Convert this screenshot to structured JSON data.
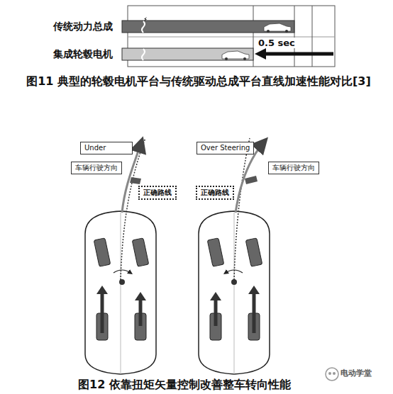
{
  "diagram": {
    "nodes": [
      {
        "text": [
          "Under"
        ]
      },
      {
        "text": [
          "车辆行驶方向"
        ]
      },
      {
        "text": [
          "正确路线"
        ]
      },
      {
        "text": [
          "Over Steering"
        ]
      },
      {
        "text": [
          "车辆行驶方向"
        ]
      },
      {
        "text": [
          "正确路线"
        ]
      }
    ],
    "labels": [
      "传统动力总成",
      "集成轮毂电机",
      "0.5 sec",
      "图11 典型的轮毂电机平台与传统驱动总成平台直线加速性能对比[3]",
      "图12 依靠扭矩矢量控制改善整车转向性能",
      "电动学堂"
    ]
  }
}
